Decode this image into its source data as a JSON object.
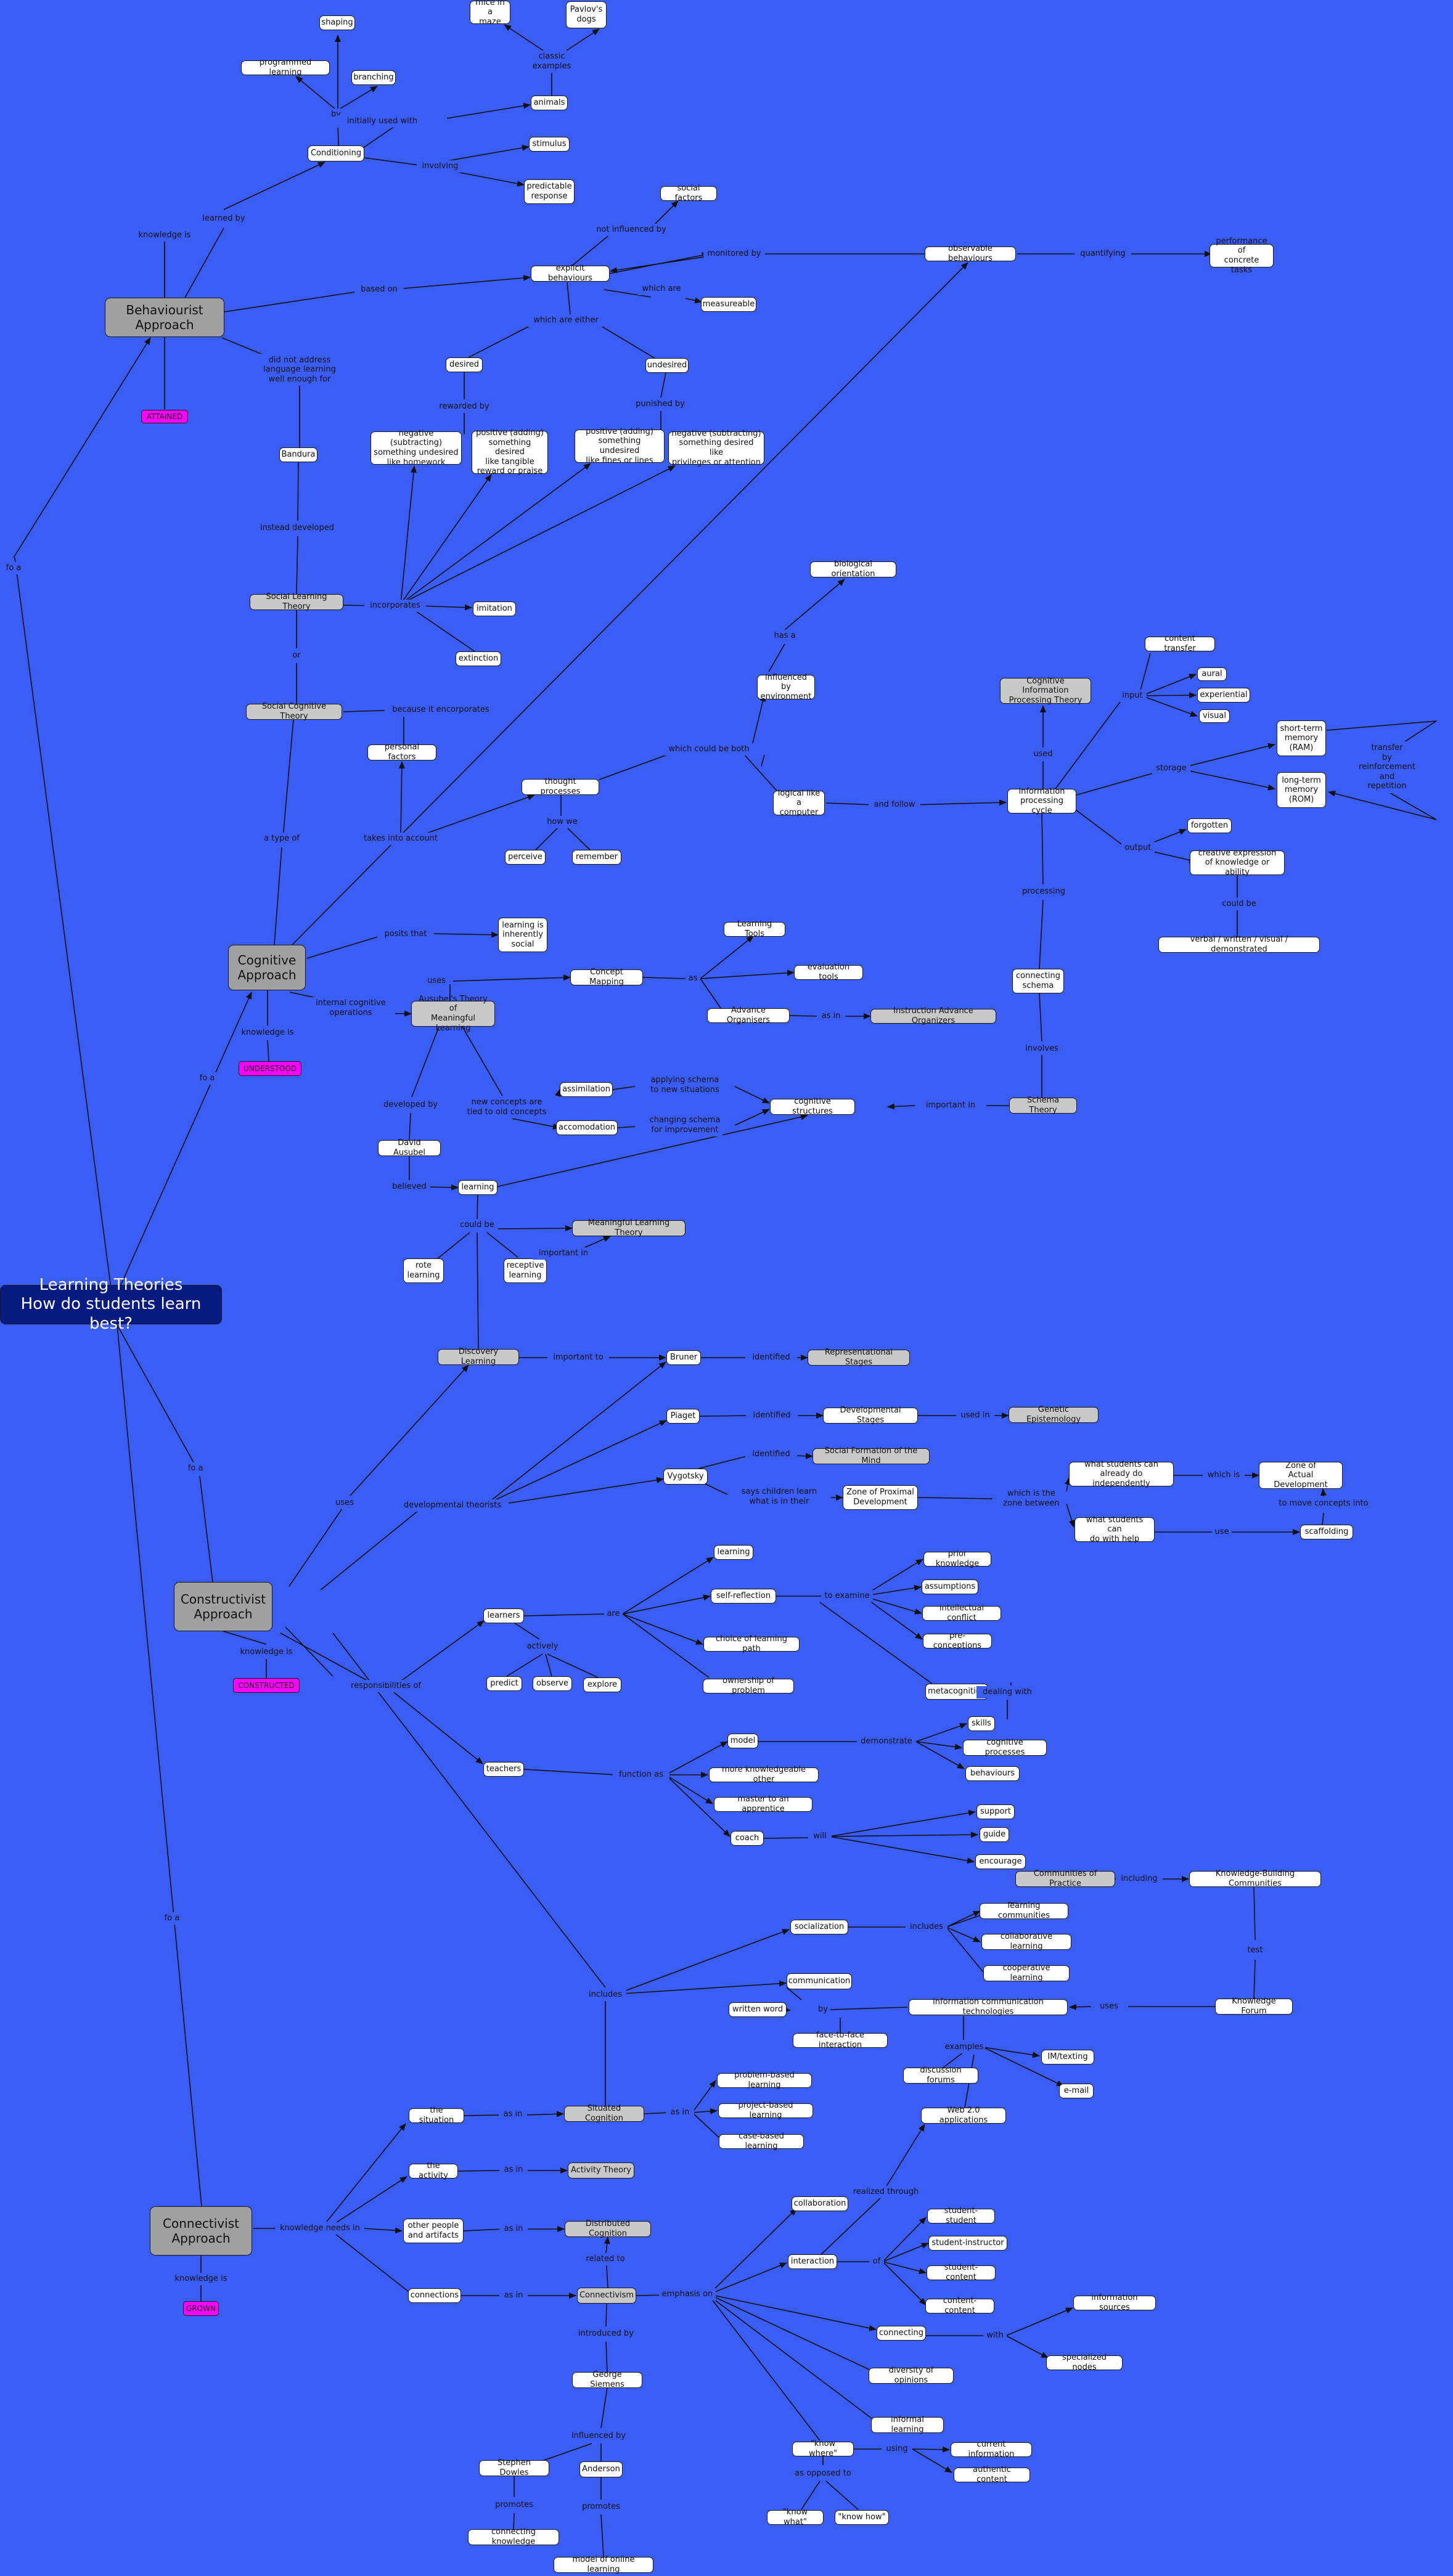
{
  "nodes": {
    "root": "Learning Theories\nHow do students learn best?",
    "behav": "Behaviourist\nApproach",
    "behav_k": "ATTAINED",
    "shaping": "shaping",
    "prog": "programmed learning",
    "branching": "branching",
    "mice": "mice in a\nmaze",
    "pavlov": "Pavlov's\ndogs",
    "animals": "animals",
    "stimulus": "stimulus",
    "predictable": "predictable\nresponse",
    "conditioning": "Conditioning",
    "social_factors": "social factors",
    "explicit": "explicit behaviours",
    "measureable": "measureable",
    "observable": "observable behaviours",
    "performance": "performance of\nconcrete tasks",
    "desired": "desired",
    "undesired": "undesired",
    "neg_homework": "negative (subtracting)\nsomething undesired\nlike homework",
    "pos_reward": "positive (adding)\nsomething desired\nlike tangible\nreward or praise",
    "pos_fines": "positive (adding)\nsomething undesired\nlike fines or lines",
    "neg_priv": "negative (subtracting)\nsomething desired like\nprivileges or attention",
    "bandura": "Bandura",
    "slt": "Social Learning Theory",
    "imitation": "imitation",
    "extinction": "extinction",
    "sct": "Social Cognitive Theory",
    "personal": "personal factors",
    "bio": "biological orientation",
    "influenced": "influenced by\nenvironment",
    "thought": "thought processes",
    "perceive": "perceive",
    "remember": "remember",
    "logical": "logical like\na computer",
    "cipt": "Cognitive Information\nProcessing Theory",
    "ipc": "information\nprocessing cycle",
    "content_transfer": "content transfer",
    "aural": "aural",
    "experiential": "experiential",
    "visual": "visual",
    "stm": "short-term\nmemory\n(RAM)",
    "ltm": "long-term\nmemory\n(ROM)",
    "forgotten": "forgotten",
    "creative": "creative expression\nof knowledge or ability",
    "verbal": "verbal / written / visual / demonstrated",
    "connecting_schema": "connecting\nschema",
    "schema": "Schema Theory",
    "cog": "Cognitive\nApproach",
    "cog_k": "UNDERSTOOD",
    "inherently": "learning is\ninherently\nsocial",
    "ausubel_t": "Ausubel's Theory of\nMeaningful Learning",
    "concept_mapping": "Concept Mapping",
    "learning_tools": "Learning Tools",
    "eval_tools": "evaluation tools",
    "advance_org": "Advance Organisers",
    "instr_adv": "Instruction Advance Organizers",
    "assimilation": "assimilation",
    "accomodation": "accomodation",
    "cog_struct": "cognitive structures",
    "david": "David Ausubel",
    "learning": "learning",
    "mlt": "Meaningful Learning Theory",
    "rote": "rote\nlearning",
    "receptive": "receptive\nlearning",
    "discovery": "Discovery Learning",
    "bruner": "Bruner",
    "rep_stages": "Representational Stages",
    "constr": "Constructivist\nApproach",
    "constr_k": "CONSTRUCTED",
    "piaget": "Piaget",
    "dev_stages": "Developmental Stages",
    "gen_epi": "Genetic Epistemology",
    "vygotsky": "Vygotsky",
    "social_form": "Social Formation of the Mind",
    "zpd_box": "Zone of Proximal\nDevelopment",
    "indep": "what students can\nalready do independently",
    "withhelp": "what students can\ndo with help",
    "zad": "Zone of\nActual Development",
    "scaffolding": "scaffolding",
    "learners": "learners",
    "predict": "predict",
    "observe": "observe",
    "explore": "explore",
    "learning2": "learning",
    "self_reflection": "self-reflection",
    "choice": "choice of learning path",
    "ownership": "ownership of problem",
    "prior": "prior knowledge",
    "assumptions": "assumptions",
    "intellectual": "intellectual conflict",
    "preconceptions": "pre-conceptions",
    "metacognition": "metacognition",
    "teachers": "teachers",
    "model": "model",
    "mko": "more knowledgeable other",
    "master": "master to an apprentice",
    "coach": "coach",
    "skills": "skills",
    "cog_proc": "cognitive processes",
    "behaviours": "behaviours",
    "support": "support",
    "guide": "guide",
    "encourage": "encourage",
    "cop": "Communities of Practice",
    "kbc": "Knowledge-Building Communities",
    "socialization": "socialization",
    "learning_comm": "learning communities",
    "collab_learning": "collaborative learning",
    "coop_learning": "cooperative learning",
    "communication": "communication",
    "written_word": "written word",
    "ict": "information communication technologies",
    "kf": "Knowledge Forum",
    "f2f": "face-to-face interaction",
    "forums": "discussion forums",
    "im": "IM/texting",
    "email": "e-mail",
    "web20": "Web 2.0 applications",
    "situation": "the situation",
    "situated": "Situated Cognition",
    "pbl": "problem-based learning",
    "projbl": "project-based learning",
    "cbl": "case-based learning",
    "activity": "the activity",
    "activity_theory": "Activity Theory",
    "other_people": "other people\nand artifacts",
    "distributed": "Distributed Cognition",
    "connections": "connections",
    "connect": "Connectivist\nApproach",
    "connect_k": "GROWN",
    "connectivism": "Connectivism",
    "collaboration": "collaboration",
    "interaction": "interaction",
    "ss": "student-student",
    "si": "student-instructor",
    "sc": "student-content",
    "cc": "content-content",
    "connecting": "connecting",
    "info_sources": "information sources",
    "spec_nodes": "specialized nodes",
    "diversity": "diversity of opinions",
    "informal": "informal learning",
    "know_where": "\"know where\"",
    "current": "current information",
    "authentic": "authentic content",
    "know_what": "\"know what\"",
    "know_how": "\"know how\"",
    "siemens": "George Siemens",
    "downes": "Stephen Dowles",
    "anderson": "Anderson",
    "conn_knowledge": "connecting knowledge",
    "online_model": "model of online learning"
  },
  "links": {
    "fora1": "fo a",
    "learned_by": "learned by",
    "by": "by",
    "classic": "classic\nexamples",
    "initially": "initially used with",
    "involving": "involving",
    "based_on": "based on",
    "not_infl": "not influenced by",
    "monitored": "monitored by",
    "quantifying": "quantifying",
    "which_are": "which are",
    "which_either": "which are either",
    "knowledge_is1": "knowledge is",
    "did_not": "did not address\nlanguage learning\nwell enough for",
    "rewarded": "rewarded by",
    "punished": "punished by",
    "instead": "instead developed",
    "incorporates": "incorporates",
    "or": "or",
    "because": "because it encorporates",
    "takes_into": "takes into account",
    "a_type": "a type of",
    "has_a": "has a",
    "which_both": "which could be both",
    "how_we": "how we",
    "and_follow": "and follow",
    "used_lbl": "used",
    "input": "input",
    "storage": "storage",
    "output": "output",
    "transfer": "transfer\nby\nreinforcement\nand\nrepetition",
    "could_be1": "could be",
    "processing": "processing",
    "involves": "involves",
    "fora2": "fo a",
    "posits": "posits that",
    "uses1": "uses",
    "as1": "as",
    "internal": "internal cognitive\noperations",
    "as_in1": "as in",
    "knowledge_is2": "knowledge is",
    "developed_by": "developed by",
    "new_concepts": "new concepts are\ntied to old concepts",
    "applying": "applying schema\nto new situations",
    "changing": "changing schema\nfor improvement",
    "important_in1": "important in",
    "believed": "believed",
    "could_be2": "could be",
    "important_in2": "important in",
    "important_to": "important to",
    "identified1": "identified",
    "fora3": "fo a",
    "uses2": "uses",
    "dev_theorists": "developmental theorists",
    "identified2": "identified",
    "used_in": "used in",
    "identified3": "identified",
    "says": "says children learn\nwhat is in their",
    "which_zone": "which is the\nzone between",
    "which_is": "which is",
    "use": "use",
    "to_move": "to move concepts into",
    "knowledge_is3": "knowledge is",
    "respons": "responsibilities of",
    "are": "are",
    "actively": "actively",
    "to_examine": "to examine",
    "dealing": "dealing with",
    "function_as": "function as",
    "demonstrate": "demonstrate",
    "will": "will",
    "including": "including",
    "includes1": "includes",
    "uses3": "uses",
    "test": "test",
    "includes2": "includes",
    "by2": "by",
    "examples": "examples",
    "as_in2": "as in",
    "as_in3": "as in",
    "as_in4": "as in",
    "as_in5": "as in",
    "as_in6": "as in",
    "fora4": "fo a",
    "knowledge_needs": "knowledge needs in",
    "knowledge_is4": "knowledge is",
    "related_to": "related to",
    "emphasis": "emphasis on",
    "realized": "realized through",
    "of": "of",
    "with": "with",
    "using": "using",
    "as_opposed": "as opposed to",
    "introduced": "introduced by",
    "influenced_by": "influenced by",
    "promotes1": "promotes",
    "promotes2": "promotes"
  }
}
